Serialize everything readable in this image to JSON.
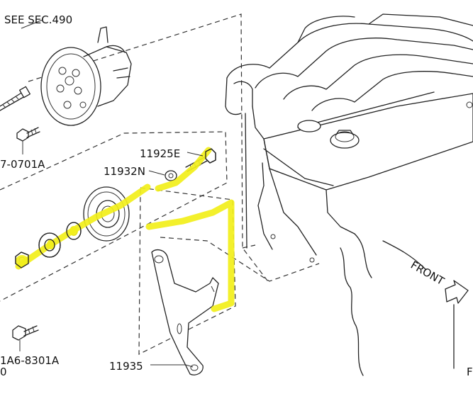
{
  "labels": {
    "see_sec": "SEE SEC.490",
    "part_11925e": "11925E",
    "part_11932n": "11932N",
    "part_11935": "11935",
    "bolt_top": "7-0701A",
    "bolt_bottom": "1A6-8301A",
    "front": "FRONT",
    "edge_left": "0",
    "edge_right": "F"
  },
  "colors": {
    "highlight": "#f2ef1a",
    "line": "#222222"
  }
}
